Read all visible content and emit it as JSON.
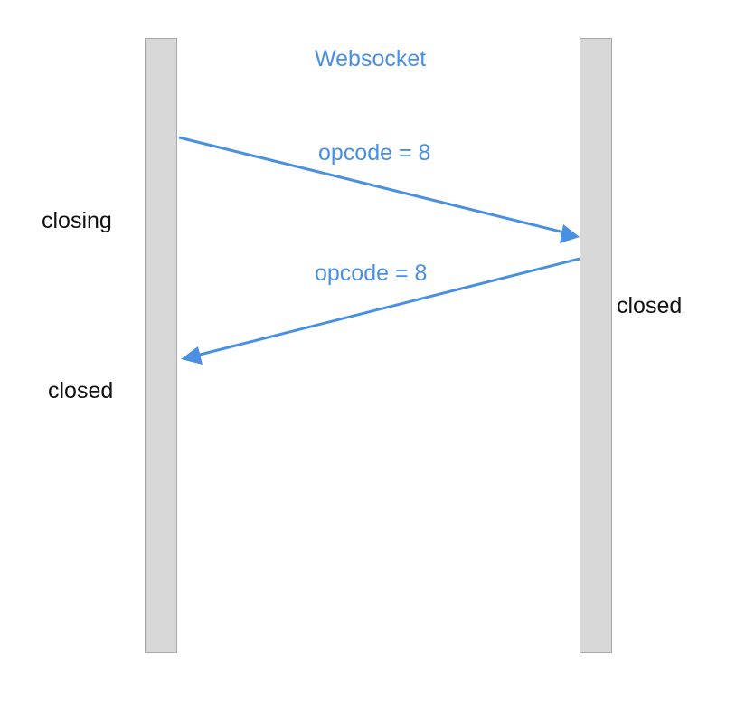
{
  "title": "Websocket",
  "messages": [
    {
      "label": "opcode = 8",
      "from": "left",
      "to": "right"
    },
    {
      "label": "opcode = 8",
      "from": "right",
      "to": "left"
    }
  ],
  "states": {
    "left_closing": "closing",
    "left_closed": "closed",
    "right_closed": "closed"
  },
  "colors": {
    "accent": "#4a90e2",
    "lifeline_fill": "#d8d8d8",
    "lifeline_border": "#a8a8a8",
    "text": "#111111"
  }
}
